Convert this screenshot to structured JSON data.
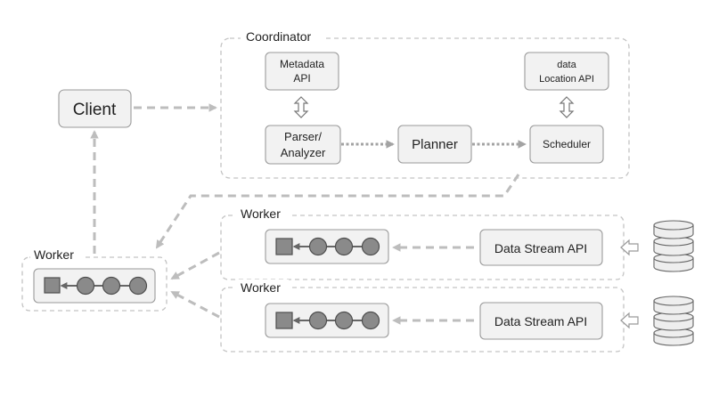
{
  "coordinator": {
    "label": "Coordinator",
    "metadata_api": {
      "line1": "Metadata",
      "line2": "API"
    },
    "location_api": {
      "line1": "data",
      "line2": "Location API"
    },
    "parser": {
      "line1": "Parser/",
      "line2": "Analyzer"
    },
    "planner": "Planner",
    "scheduler": "Scheduler"
  },
  "client": "Client",
  "main_worker": {
    "label": "Worker"
  },
  "workers": [
    {
      "label": "Worker",
      "stream_api": "Data Stream API"
    },
    {
      "label": "Worker",
      "stream_api": "Data Stream API"
    }
  ],
  "colors": {
    "box_fill": "#f2f2f2",
    "box_stroke": "#9a9a9a",
    "region_stroke": "#c4c4c4",
    "flow_arrow": "#bdbdbd",
    "node_fill": "#8a8a8a"
  }
}
